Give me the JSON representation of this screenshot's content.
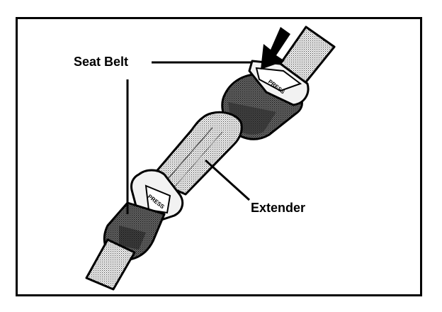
{
  "labels": {
    "seat_belt": "Seat Belt",
    "extender": "Extender",
    "press_upper": "PRESS",
    "press_lower": "PRESS"
  },
  "icons": {
    "arrow": "down-left-arrow-icon"
  },
  "colors": {
    "ink": "#000000",
    "paper": "#ffffff",
    "webbing_light": "#d4d4d4",
    "webbing_dark": "#5a5a5a"
  }
}
